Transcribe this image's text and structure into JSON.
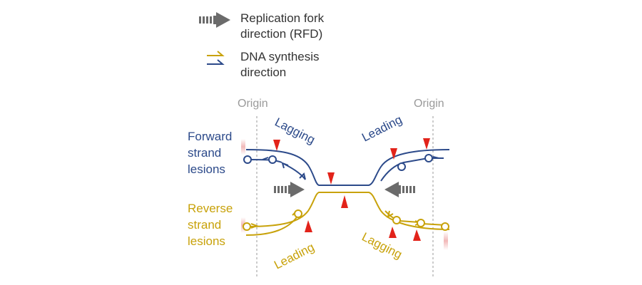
{
  "colors": {
    "blue": "#2c4a8a",
    "gold": "#c8a20a",
    "red": "#e2231a",
    "grey_arrow": "#6b6b6b",
    "origin_text": "#9a9a9a",
    "pink_fade": "#f2b8b8"
  },
  "legend": {
    "rfd_label_line1": "Replication fork",
    "rfd_label_line2": "direction (RFD)",
    "dna_label_line1": "DNA synthesis",
    "dna_label_line2": "direction",
    "rfd_icon": "dashed-arrow-icon",
    "dna_icon": "half-arrow-icon"
  },
  "origins": {
    "left": "Origin",
    "right": "Origin"
  },
  "forward": {
    "label_line1": "Forward",
    "label_line2": "strand",
    "label_line3": "lesions"
  },
  "reverse": {
    "label_line1": "Reverse",
    "label_line2": "strand",
    "label_line3": "lesions"
  },
  "strand_labels": {
    "top_left": "Lagging",
    "top_right": "Leading",
    "bottom_left": "Leading",
    "bottom_right": "Lagging"
  }
}
